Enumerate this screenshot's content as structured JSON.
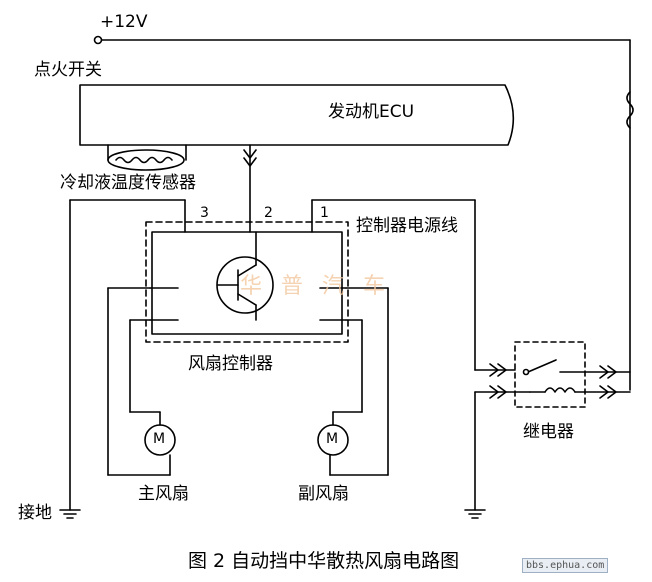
{
  "labels": {
    "supply": "+12V",
    "ignition": "点火开关",
    "ecu": "发动机ECU",
    "sensor": "冷却液温度传感器",
    "pin3": "3",
    "pin2": "2",
    "pin1": "1",
    "power_line": "控制器电源线",
    "controller": "风扇控制器",
    "relay": "继电器",
    "ground": "接地",
    "main_fan": "主风扇",
    "sub_fan": "副风扇",
    "motor_left": "M",
    "motor_right": "M"
  },
  "caption": "图 2  自动挡中华散热风扇电路图",
  "watermark": "bbs.ephua.com",
  "seal": "华 普 汽 车"
}
